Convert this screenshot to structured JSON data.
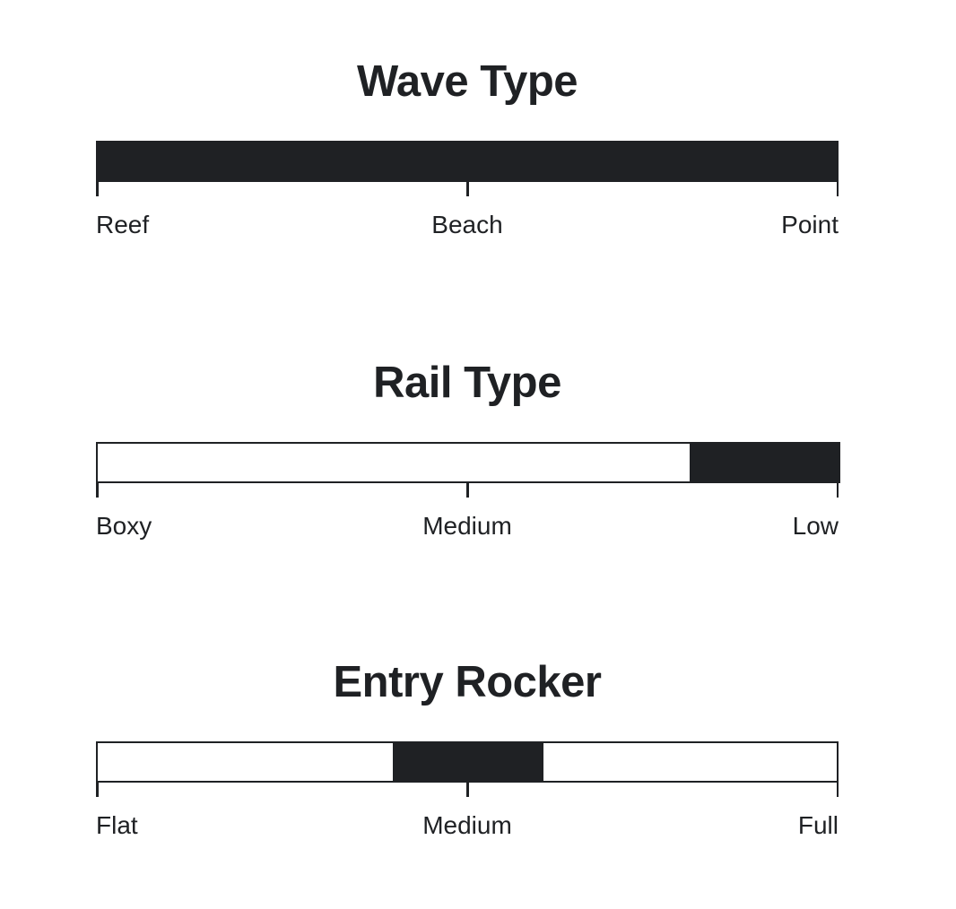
{
  "page": {
    "background_color": "#ffffff",
    "ink_color": "#1f2124"
  },
  "chart_data": {
    "type": "bar",
    "title": "",
    "orientation": "horizontal",
    "grid": false,
    "legend": null,
    "panels": [
      {
        "title": "Wave Type",
        "tick_labels": [
          "Reef",
          "Beach",
          "Point"
        ],
        "xlim": [
          0,
          100
        ],
        "fill_start_pct": 0,
        "fill_end_pct": 100,
        "style": "solid-full",
        "value": "Point",
        "value_pct": 100
      },
      {
        "title": "Rail Type",
        "tick_labels": [
          "Boxy",
          "Medium",
          "Low"
        ],
        "xlim": [
          0,
          100
        ],
        "fill_start_pct": 80,
        "fill_end_pct": 100,
        "style": "outlined-segment",
        "value": "Low",
        "value_pct": 90
      },
      {
        "title": "Entry Rocker",
        "tick_labels": [
          "Flat",
          "Medium",
          "Full"
        ],
        "xlim": [
          0,
          100
        ],
        "fill_start_pct": 40,
        "fill_end_pct": 60,
        "style": "outlined-segment",
        "value": "Medium",
        "value_pct": 50
      }
    ]
  }
}
